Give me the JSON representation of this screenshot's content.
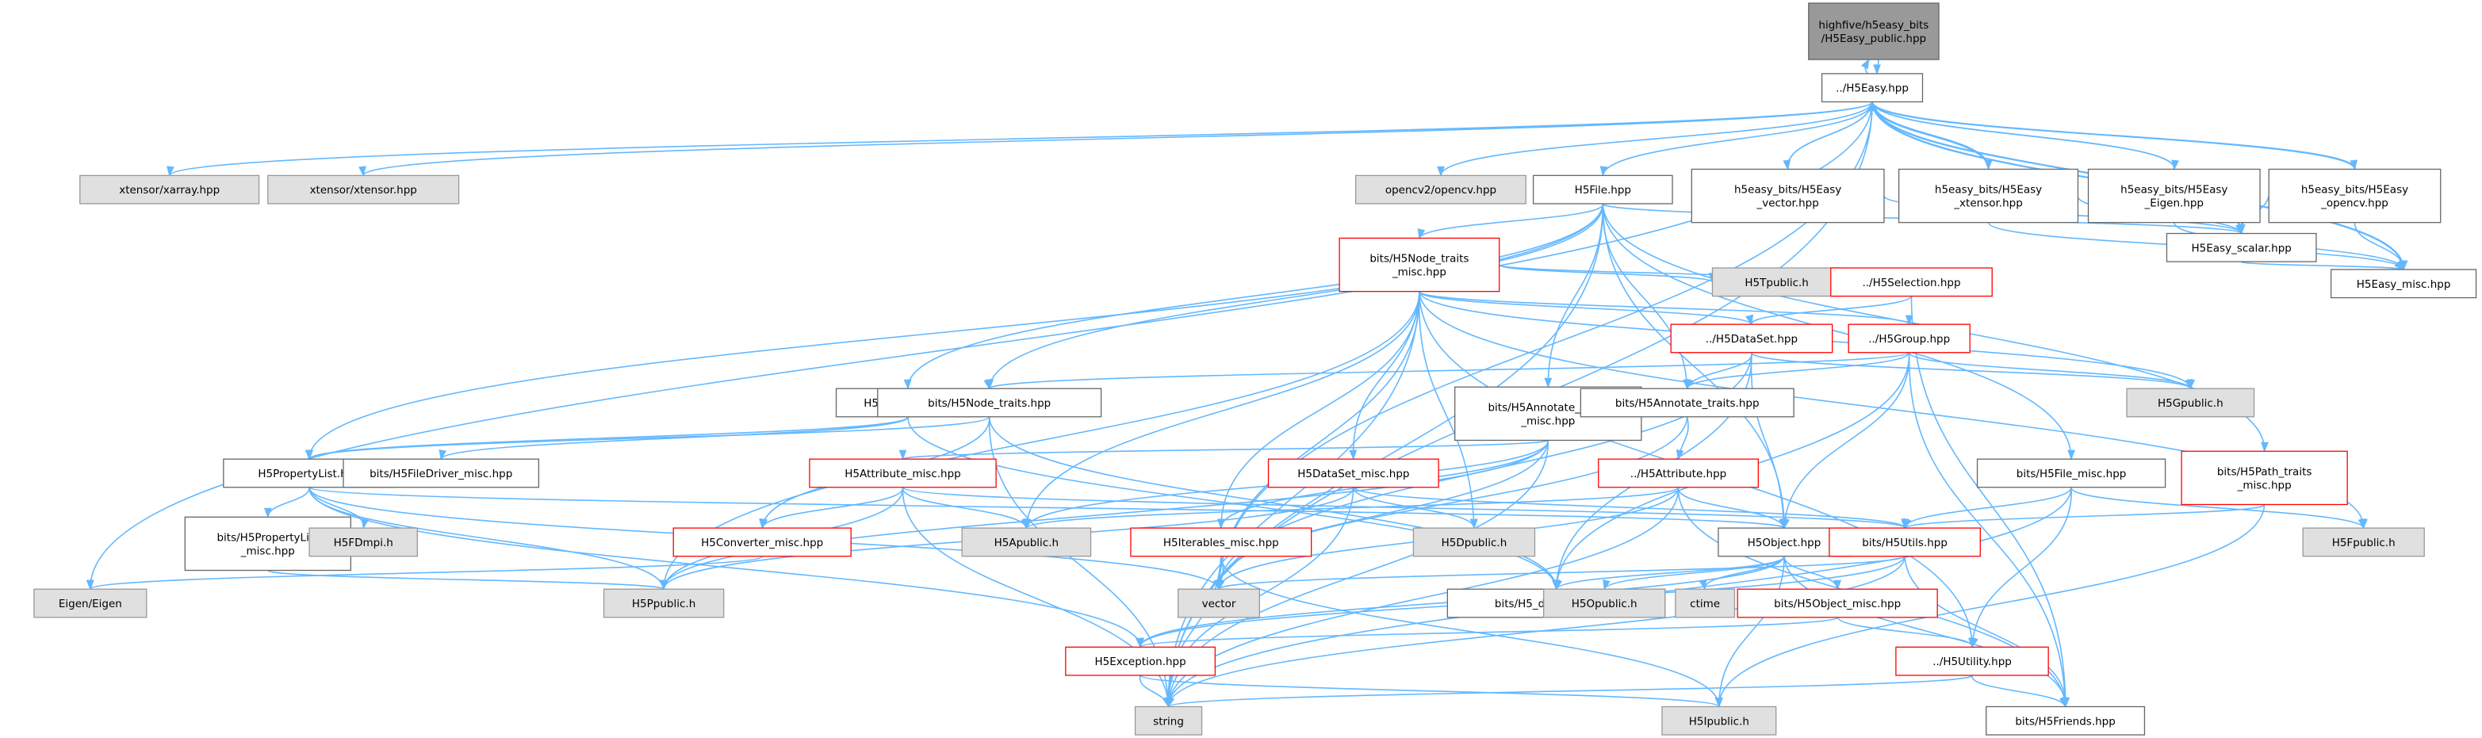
{
  "diagram": {
    "colors": {
      "edge": "#63b8ff",
      "root_fill": "#999999",
      "root_stroke": "#666666",
      "normal_fill": "#ffffff",
      "normal_stroke": "#666666",
      "undoc_fill": "#ffffff",
      "undoc_stroke": "#ff0000",
      "system_fill": "#e0e0e0",
      "system_stroke": "#999999"
    },
    "nodes": [
      {
        "id": "root",
        "kind": "root",
        "lines": [
          "highfive/h5easy_bits",
          "/H5Easy_public.hpp"
        ]
      },
      {
        "id": "h5easy",
        "kind": "normal",
        "lines": [
          "../H5Easy.hpp"
        ]
      },
      {
        "id": "xarray",
        "kind": "system",
        "lines": [
          "xtensor/xarray.hpp"
        ]
      },
      {
        "id": "xtensor",
        "kind": "system",
        "lines": [
          "xtensor/xtensor.hpp"
        ]
      },
      {
        "id": "opencv",
        "kind": "system",
        "lines": [
          "opencv2/opencv.hpp"
        ]
      },
      {
        "id": "h5file",
        "kind": "normal",
        "lines": [
          "H5File.hpp"
        ]
      },
      {
        "id": "vec",
        "kind": "normal",
        "lines": [
          "h5easy_bits/H5Easy",
          "_vector.hpp"
        ]
      },
      {
        "id": "xten",
        "kind": "normal",
        "lines": [
          "h5easy_bits/H5Easy",
          "_xtensor.hpp"
        ]
      },
      {
        "id": "eig",
        "kind": "normal",
        "lines": [
          "h5easy_bits/H5Easy",
          "_Eigen.hpp"
        ]
      },
      {
        "id": "ocv",
        "kind": "normal",
        "lines": [
          "h5easy_bits/H5Easy",
          "_opencv.hpp"
        ]
      },
      {
        "id": "scalar",
        "kind": "normal",
        "lines": [
          "H5Easy_scalar.hpp"
        ]
      },
      {
        "id": "emisc",
        "kind": "normal",
        "lines": [
          "H5Easy_misc.hpp"
        ]
      },
      {
        "id": "ntmisc",
        "kind": "undoc",
        "lines": [
          "bits/H5Node_traits",
          "_misc.hpp"
        ]
      },
      {
        "id": "tpub",
        "kind": "system",
        "lines": [
          "H5Tpublic.h"
        ]
      },
      {
        "id": "sel",
        "kind": "undoc",
        "lines": [
          "../H5Selection.hpp"
        ]
      },
      {
        "id": "ds",
        "kind": "undoc",
        "lines": [
          "../H5DataSet.hpp"
        ]
      },
      {
        "id": "grp",
        "kind": "undoc",
        "lines": [
          "../H5Group.hpp"
        ]
      },
      {
        "id": "gpub",
        "kind": "system",
        "lines": [
          "H5Gpublic.h"
        ]
      },
      {
        "id": "fdrv",
        "kind": "normal",
        "lines": [
          "H5FileDriver.hpp"
        ]
      },
      {
        "id": "anmisc",
        "kind": "normal",
        "lines": [
          "bits/H5Annotate_traits",
          "_misc.hpp"
        ]
      },
      {
        "id": "nt",
        "kind": "normal",
        "lines": [
          "bits/H5Node_traits.hpp"
        ]
      },
      {
        "id": "ant",
        "kind": "normal",
        "lines": [
          "bits/H5Annotate_traits.hpp"
        ]
      },
      {
        "id": "fmisc",
        "kind": "normal",
        "lines": [
          "bits/H5File_misc.hpp"
        ]
      },
      {
        "id": "ptmisc",
        "kind": "undoc",
        "lines": [
          "bits/H5Path_traits",
          "_misc.hpp"
        ]
      },
      {
        "id": "pl",
        "kind": "normal",
        "lines": [
          "H5PropertyList.hpp"
        ]
      },
      {
        "id": "fdmisc",
        "kind": "normal",
        "lines": [
          "bits/H5FileDriver_misc.hpp"
        ]
      },
      {
        "id": "amisc",
        "kind": "undoc",
        "lines": [
          "H5Attribute_misc.hpp"
        ]
      },
      {
        "id": "dsmisc",
        "kind": "undoc",
        "lines": [
          "H5DataSet_misc.hpp"
        ]
      },
      {
        "id": "attr",
        "kind": "undoc",
        "lines": [
          "../H5Attribute.hpp"
        ]
      },
      {
        "id": "plmisc",
        "kind": "normal",
        "lines": [
          "bits/H5PropertyList",
          "_misc.hpp"
        ]
      },
      {
        "id": "fdmpi",
        "kind": "system",
        "lines": [
          "H5FDmpi.h"
        ]
      },
      {
        "id": "conv",
        "kind": "undoc",
        "lines": [
          "H5Converter_misc.hpp"
        ]
      },
      {
        "id": "apub",
        "kind": "system",
        "lines": [
          "H5Apublic.h"
        ]
      },
      {
        "id": "iter",
        "kind": "undoc",
        "lines": [
          "H5Iterables_misc.hpp"
        ]
      },
      {
        "id": "dpub",
        "kind": "system",
        "lines": [
          "H5Dpublic.h"
        ]
      },
      {
        "id": "obj",
        "kind": "normal",
        "lines": [
          "H5Object.hpp"
        ]
      },
      {
        "id": "utils",
        "kind": "undoc",
        "lines": [
          "bits/H5Utils.hpp"
        ]
      },
      {
        "id": "fpub",
        "kind": "system",
        "lines": [
          "H5Fpublic.h"
        ]
      },
      {
        "id": "eigen",
        "kind": "system",
        "lines": [
          "Eigen/Eigen"
        ]
      },
      {
        "id": "ppub",
        "kind": "system",
        "lines": [
          "H5Ppublic.h"
        ]
      },
      {
        "id": "vector",
        "kind": "system",
        "lines": [
          "vector"
        ]
      },
      {
        "id": "defs",
        "kind": "normal",
        "lines": [
          "bits/H5_definitions.hpp"
        ]
      },
      {
        "id": "opub",
        "kind": "system",
        "lines": [
          "H5Opublic.h"
        ]
      },
      {
        "id": "ctime",
        "kind": "system",
        "lines": [
          "ctime"
        ]
      },
      {
        "id": "omisc",
        "kind": "undoc",
        "lines": [
          "bits/H5Object_misc.hpp"
        ]
      },
      {
        "id": "exc",
        "kind": "undoc",
        "lines": [
          "H5Exception.hpp"
        ]
      },
      {
        "id": "util",
        "kind": "undoc",
        "lines": [
          "../H5Utility.hpp"
        ]
      },
      {
        "id": "string",
        "kind": "system",
        "lines": [
          "string"
        ]
      },
      {
        "id": "ipub",
        "kind": "system",
        "lines": [
          "H5Ipublic.h"
        ]
      },
      {
        "id": "friends",
        "kind": "normal",
        "lines": [
          "bits/H5Friends.hpp"
        ]
      }
    ],
    "edges": [
      [
        "h5easy",
        "root"
      ],
      [
        "root",
        "h5easy"
      ],
      [
        "h5easy",
        "xarray"
      ],
      [
        "h5easy",
        "xtensor"
      ],
      [
        "h5easy",
        "opencv"
      ],
      [
        "h5easy",
        "h5file"
      ],
      [
        "h5easy",
        "vec"
      ],
      [
        "h5easy",
        "xten"
      ],
      [
        "h5easy",
        "eig"
      ],
      [
        "h5easy",
        "ocv"
      ],
      [
        "h5easy",
        "scalar"
      ],
      [
        "h5easy",
        "emisc"
      ],
      [
        "h5easy",
        "eigen"
      ],
      [
        "h5easy",
        "string"
      ],
      [
        "h5easy",
        "vector"
      ],
      [
        "vec",
        "h5easy"
      ],
      [
        "vec",
        "scalar"
      ],
      [
        "xten",
        "h5easy"
      ],
      [
        "xten",
        "scalar"
      ],
      [
        "xten",
        "emisc"
      ],
      [
        "eig",
        "h5easy"
      ],
      [
        "eig",
        "scalar"
      ],
      [
        "eig",
        "emisc"
      ],
      [
        "ocv",
        "h5easy"
      ],
      [
        "ocv",
        "scalar"
      ],
      [
        "ocv",
        "emisc"
      ],
      [
        "scalar",
        "h5easy"
      ],
      [
        "scalar",
        "emisc"
      ],
      [
        "emisc",
        "h5easy"
      ],
      [
        "h5file",
        "ntmisc"
      ],
      [
        "h5file",
        "fdrv"
      ],
      [
        "h5file",
        "anmisc"
      ],
      [
        "h5file",
        "nt"
      ],
      [
        "h5file",
        "ant"
      ],
      [
        "h5file",
        "fmisc"
      ],
      [
        "h5file",
        "ptmisc"
      ],
      [
        "h5file",
        "pl"
      ],
      [
        "h5file",
        "obj"
      ],
      [
        "h5file",
        "string"
      ],
      [
        "h5file",
        "scalar"
      ],
      [
        "ntmisc",
        "tpub"
      ],
      [
        "ntmisc",
        "sel"
      ],
      [
        "ntmisc",
        "ds"
      ],
      [
        "ntmisc",
        "grp"
      ],
      [
        "ntmisc",
        "gpub"
      ],
      [
        "ntmisc",
        "dsmisc"
      ],
      [
        "ntmisc",
        "iter"
      ],
      [
        "ntmisc",
        "apub"
      ],
      [
        "ntmisc",
        "dpub"
      ],
      [
        "ntmisc",
        "ppub"
      ],
      [
        "ntmisc",
        "vector"
      ],
      [
        "ntmisc",
        "string"
      ],
      [
        "ntmisc",
        "util"
      ],
      [
        "ntmisc",
        "fpub"
      ],
      [
        "sel",
        "ds"
      ],
      [
        "sel",
        "friends"
      ],
      [
        "ds",
        "ant"
      ],
      [
        "ds",
        "obj"
      ],
      [
        "ds",
        "vector"
      ],
      [
        "ds",
        "defs"
      ],
      [
        "ds",
        "gpub"
      ],
      [
        "grp",
        "ant"
      ],
      [
        "grp",
        "obj"
      ],
      [
        "grp",
        "nt"
      ],
      [
        "grp",
        "gpub"
      ],
      [
        "grp",
        "defs"
      ],
      [
        "grp",
        "friends"
      ],
      [
        "fdrv",
        "pl"
      ],
      [
        "fdrv",
        "fdmisc"
      ],
      [
        "fdrv",
        "defs"
      ],
      [
        "anmisc",
        "amisc"
      ],
      [
        "anmisc",
        "apub"
      ],
      [
        "anmisc",
        "ppub"
      ],
      [
        "anmisc",
        "iter"
      ],
      [
        "anmisc",
        "string"
      ],
      [
        "anmisc",
        "vector"
      ],
      [
        "nt",
        "pl"
      ],
      [
        "nt",
        "conv"
      ],
      [
        "nt",
        "string"
      ],
      [
        "nt",
        "defs"
      ],
      [
        "ant",
        "attr"
      ],
      [
        "ant",
        "vector"
      ],
      [
        "fmisc",
        "utils"
      ],
      [
        "fmisc",
        "util"
      ],
      [
        "fmisc",
        "fpub"
      ],
      [
        "fmisc",
        "string"
      ],
      [
        "ptmisc",
        "utils"
      ],
      [
        "ptmisc",
        "ipub"
      ],
      [
        "pl",
        "plmisc"
      ],
      [
        "pl",
        "fdmpi"
      ],
      [
        "pl",
        "ppub"
      ],
      [
        "pl",
        "exc"
      ],
      [
        "pl",
        "obj"
      ],
      [
        "pl",
        "vector"
      ],
      [
        "plmisc",
        "ppub"
      ],
      [
        "amisc",
        "conv"
      ],
      [
        "amisc",
        "apub"
      ],
      [
        "amisc",
        "utils"
      ],
      [
        "amisc",
        "ppub"
      ],
      [
        "amisc",
        "string"
      ],
      [
        "dsmisc",
        "dpub"
      ],
      [
        "dsmisc",
        "utils"
      ],
      [
        "dsmisc",
        "string"
      ],
      [
        "dsmisc",
        "ppub"
      ],
      [
        "attr",
        "apub"
      ],
      [
        "attr",
        "obj"
      ],
      [
        "attr",
        "vector"
      ],
      [
        "attr",
        "string"
      ],
      [
        "attr",
        "friends"
      ],
      [
        "conv",
        "eigen"
      ],
      [
        "iter",
        "vector"
      ],
      [
        "iter",
        "string"
      ],
      [
        "iter",
        "ipub"
      ],
      [
        "obj",
        "opub"
      ],
      [
        "obj",
        "ctime"
      ],
      [
        "obj",
        "omisc"
      ],
      [
        "obj",
        "defs"
      ],
      [
        "obj",
        "exc"
      ],
      [
        "obj",
        "ipub"
      ],
      [
        "obj",
        "friends"
      ],
      [
        "utils",
        "vector"
      ],
      [
        "utils",
        "string"
      ],
      [
        "utils",
        "friends"
      ],
      [
        "utils",
        "exc"
      ],
      [
        "omisc",
        "exc"
      ],
      [
        "omisc",
        "util"
      ],
      [
        "exc",
        "string"
      ],
      [
        "exc",
        "ipub"
      ],
      [
        "util",
        "string"
      ],
      [
        "util",
        "friends"
      ]
    ]
  }
}
